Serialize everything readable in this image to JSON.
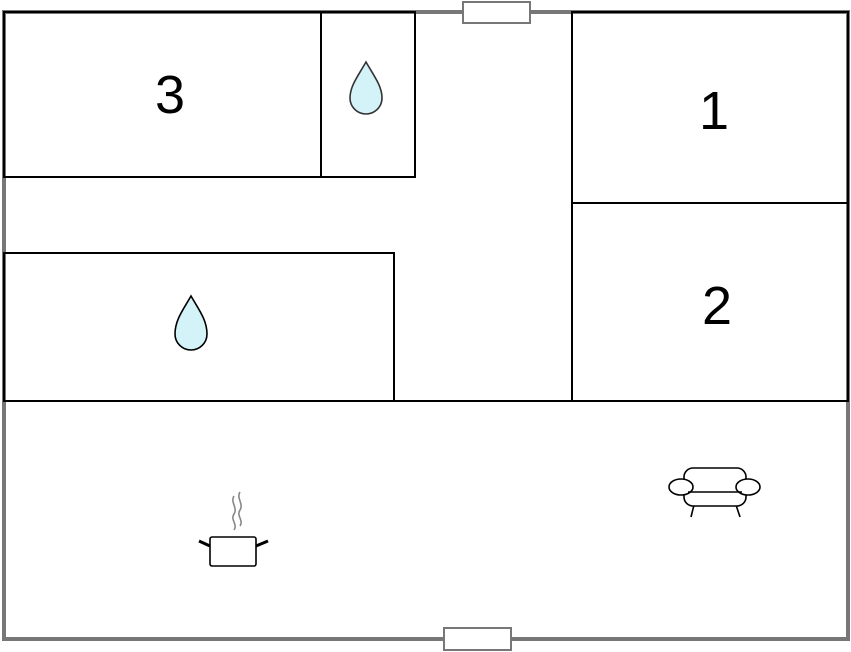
{
  "floor_plan": {
    "rooms": [
      {
        "id": "bedroom-3",
        "label": "3"
      },
      {
        "id": "bedroom-1",
        "label": "1"
      },
      {
        "id": "bedroom-2",
        "label": "2"
      }
    ],
    "icons": [
      {
        "id": "water-drop-small-bath",
        "name": "water-drop-icon"
      },
      {
        "id": "water-drop-bathroom",
        "name": "water-drop-icon"
      },
      {
        "id": "kitchen",
        "name": "cooking-pot-icon"
      },
      {
        "id": "living-room",
        "name": "sofa-icon"
      }
    ],
    "colors": {
      "wall": "#000000",
      "outer_wall": "#777777",
      "water_fill": "#d4f3f8",
      "water_stroke": "#333333"
    }
  }
}
